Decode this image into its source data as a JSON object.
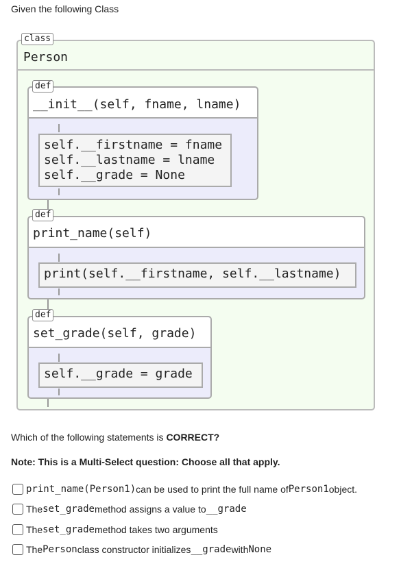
{
  "intro": "Given the following Class",
  "class_block": {
    "tag": "class",
    "name": "Person"
  },
  "methods": [
    {
      "tag": "def",
      "signature": "__init__(self, fname, lname)",
      "body": "self.__firstname = fname\nself.__lastname = lname\nself.__grade = None"
    },
    {
      "tag": "def",
      "signature": "print_name(self)",
      "body": "print(self.__firstname, self.__lastname)"
    },
    {
      "tag": "def",
      "signature": "set_grade(self, grade)",
      "body": "self.__grade = grade"
    }
  ],
  "question": {
    "prompt_prefix": "Which of the following statements is ",
    "prompt_bold": "CORRECT?",
    "note": "Note: This is a Multi-Select question: Choose all that apply."
  },
  "options": [
    {
      "a": "print_name(Person1)",
      "b": " can be used to print the full name of ",
      "c": "Person1",
      "d": " object."
    },
    {
      "a": "The ",
      "b": "set_grade",
      "c": " method assigns a value to ",
      "d": "__grade"
    },
    {
      "a": "The ",
      "b": "set_grade",
      "c": " method takes two arguments",
      "d": ""
    },
    {
      "a": "The ",
      "b": "Person",
      "c": " class constructor initializes ",
      "d": "__grade",
      "e": " with ",
      "f": "None"
    }
  ]
}
